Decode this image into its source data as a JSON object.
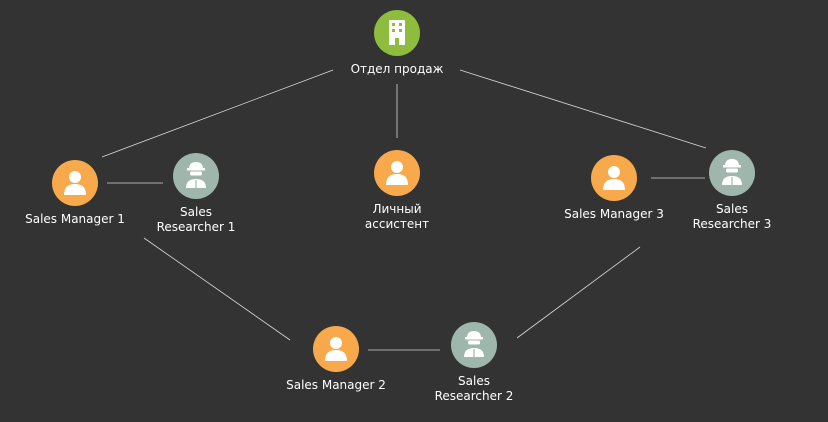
{
  "colors": {
    "background": "#333333",
    "manager": "#f7a94b",
    "researcher": "#9fb6ad",
    "department": "#8ebd3e",
    "link": "#d9d9d9",
    "text": "#ffffff"
  },
  "nodes": {
    "department": {
      "label": "Отдел продаж",
      "icon": "building-icon"
    },
    "assistant": {
      "label": "Личный\nассистент",
      "icon": "person-icon"
    },
    "manager1": {
      "label": "Sales Manager 1",
      "icon": "person-icon"
    },
    "researcher1": {
      "label": "Sales\nResearcher 1",
      "icon": "worker-helmet-icon"
    },
    "manager2": {
      "label": "Sales Manager 2",
      "icon": "person-icon"
    },
    "researcher2": {
      "label": "Sales\nResearcher 2",
      "icon": "worker-helmet-icon"
    },
    "manager3": {
      "label": "Sales Manager 3",
      "icon": "person-icon"
    },
    "researcher3": {
      "label": "Sales\nResearcher 3",
      "icon": "worker-helmet-icon"
    }
  }
}
